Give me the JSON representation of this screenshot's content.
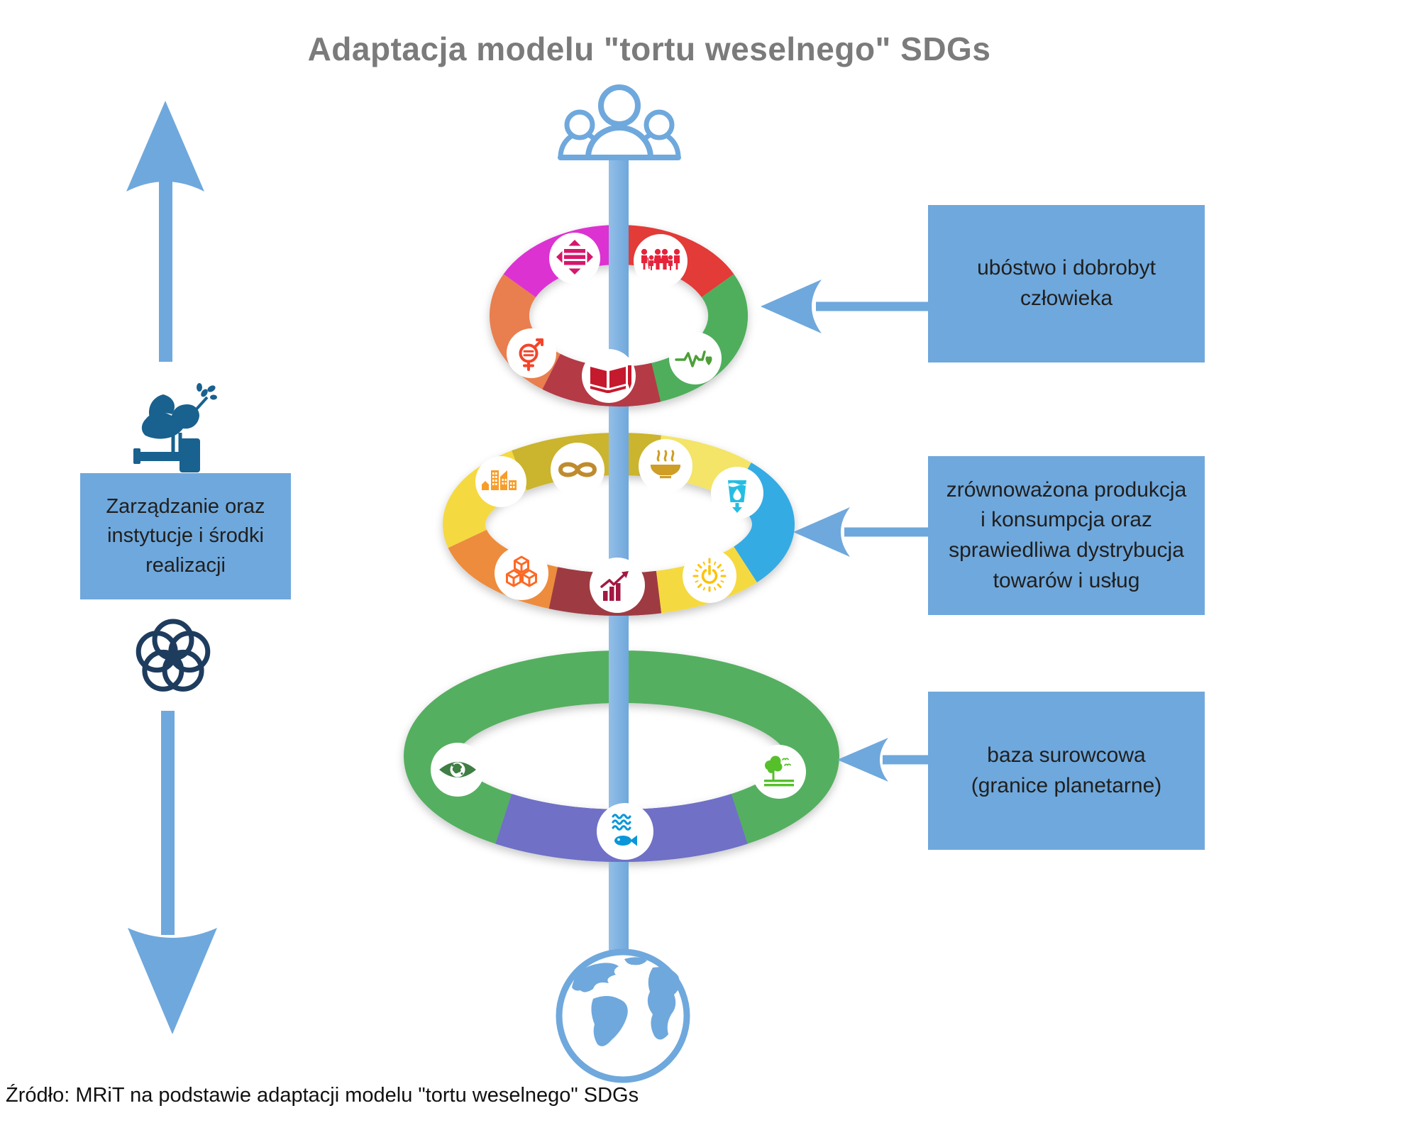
{
  "title": "Adaptacja modelu \"tortu weselnego\" SDGs",
  "source": "Źródło: MRiT na podstawie adaptacji modelu \"tortu weselnego\" SDGs",
  "left_panel": {
    "box_label": "Zarządzanie oraz\ninstytucje i środki\nrealizacji"
  },
  "callouts": [
    {
      "label": "ubóstwo i dobrobyt\nczłowieka"
    },
    {
      "label": "zrównoważona produkcja\ni konsumpcja oraz\nsprawiedliwa dystrybucja\ntowarów i usług"
    },
    {
      "label": "baza surowcowa\n(granice planetarne)"
    }
  ],
  "rings": [
    {
      "name": "social-ring",
      "icons": [
        "reduced-inequalities",
        "family-poverty",
        "gender-equality",
        "quality-education",
        "good-health"
      ]
    },
    {
      "name": "economy-ring",
      "icons": [
        "sustainable-cities",
        "responsible-consumption",
        "zero-hunger",
        "clean-water",
        "industry-innovation",
        "economic-growth",
        "clean-energy"
      ]
    },
    {
      "name": "biosphere-ring",
      "icons": [
        "climate-action",
        "life-below-water",
        "life-on-land"
      ]
    }
  ],
  "colors": {
    "accent_blue": "#6FA8DC",
    "pole_light": "#8FBCE6",
    "dove_navy": "#19618F",
    "flower_navy": "#1E3C5E",
    "title_gray": "#7b7b7b",
    "text_dark": "#1f1f1f",
    "ring1": {
      "magenta": "#DC33D2",
      "red": "#E23B38",
      "green": "#4FAE5C",
      "orange": "#E97E50",
      "crimson": "#B43A46"
    },
    "ring2": {
      "yellow": "#F5D93F",
      "olive": "#CBB42D",
      "pale_yellow": "#F4E467",
      "blue": "#36ABE4",
      "orange": "#ED8C3C",
      "dark_red": "#9E3B42"
    },
    "ring3": {
      "green": "#55AF60",
      "purple": "#6F70C6"
    },
    "sdg": {
      "inequality": "#D6176B",
      "family": "#E5243B",
      "gender": "#F4442A",
      "education": "#C5192D",
      "health": "#4C9F38",
      "city": "#F89D2A",
      "consumption": "#BF8B2E",
      "hunger": "#CE9E26",
      "water": "#26BDE2",
      "industry": "#FD6925",
      "economy": "#A21942",
      "energy": "#FCC30B",
      "climate": "#3F7E44",
      "ocean": "#0A97D9",
      "land": "#56C02B"
    }
  }
}
